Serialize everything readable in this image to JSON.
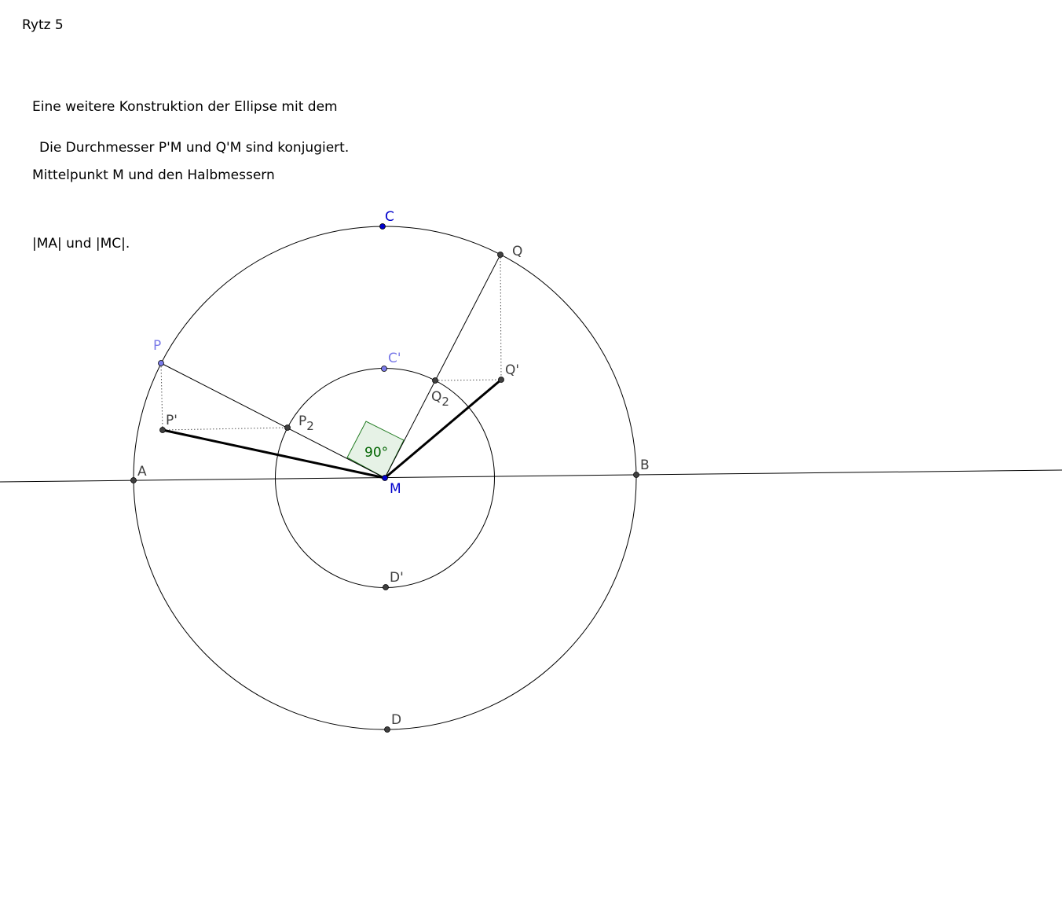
{
  "title": "Rytz 5",
  "description": {
    "line1": "Eine weitere Konstruktion der Ellipse mit dem",
    "line2": "Mittelpunkt M und den Halbmessern",
    "line3": "|MA| und |MC|."
  },
  "conjugate_text": "Die Durchmesser P'M und Q'M sind konjugiert.",
  "angle_label": "90°",
  "colors": {
    "blue_point": "#0000cc",
    "light_blue_point": "#7a7ae8",
    "dark_point": "#404040",
    "angle_fill": "#e6f2e6",
    "angle_stroke": "#1f7a1f",
    "angle_text": "#006400"
  },
  "points": {
    "C": "C",
    "Q": "Q",
    "P": "P",
    "C_prime": "C'",
    "Q_prime": "Q'",
    "P_prime": "P'",
    "P2_base": "P",
    "P2_sub": "2",
    "Q2_base": "Q",
    "Q2_sub": "2",
    "A": "A",
    "B": "B",
    "M": "M",
    "D_prime": "D'",
    "D": "D"
  }
}
